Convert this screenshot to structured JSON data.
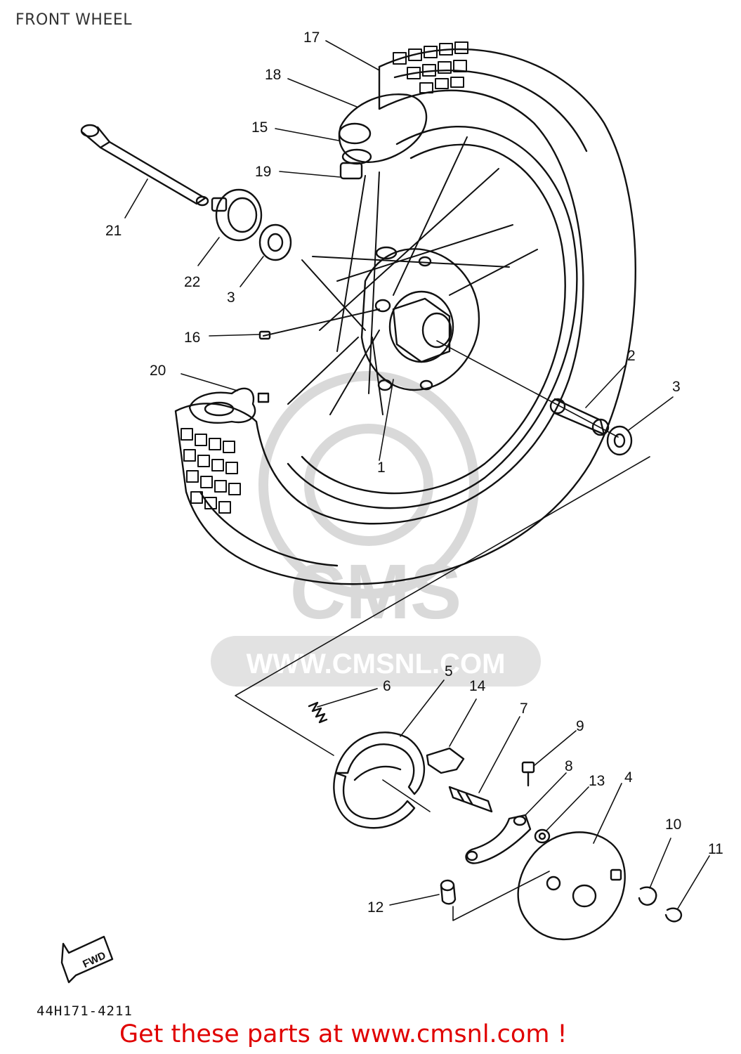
{
  "page": {
    "title": "FRONT WHEEL",
    "part_code": "44H171-4211",
    "promo_text": "Get these parts at www.cmsnl.com !"
  },
  "watermark": {
    "brand": "CMS",
    "url": "WWW.CMSNL.COM"
  },
  "diagram": {
    "fwd_label": "FWD",
    "callouts": [
      {
        "id": "c1",
        "label": "1"
      },
      {
        "id": "c2",
        "label": "2"
      },
      {
        "id": "c3a",
        "label": "3"
      },
      {
        "id": "c3b",
        "label": "3"
      },
      {
        "id": "c4",
        "label": "4"
      },
      {
        "id": "c5",
        "label": "5"
      },
      {
        "id": "c6",
        "label": "6"
      },
      {
        "id": "c7",
        "label": "7"
      },
      {
        "id": "c8",
        "label": "8"
      },
      {
        "id": "c9",
        "label": "9"
      },
      {
        "id": "c10",
        "label": "10"
      },
      {
        "id": "c11",
        "label": "11"
      },
      {
        "id": "c12",
        "label": "12"
      },
      {
        "id": "c13",
        "label": "13"
      },
      {
        "id": "c14",
        "label": "14"
      },
      {
        "id": "c15",
        "label": "15"
      },
      {
        "id": "c16",
        "label": "16"
      },
      {
        "id": "c17",
        "label": "17"
      },
      {
        "id": "c18",
        "label": "18"
      },
      {
        "id": "c19",
        "label": "19"
      },
      {
        "id": "c20",
        "label": "20"
      },
      {
        "id": "c21",
        "label": "21"
      },
      {
        "id": "c22",
        "label": "22"
      }
    ]
  },
  "colors": {
    "line": "#111111",
    "watermark": "#d9d9d9",
    "promo": "#e00000"
  }
}
